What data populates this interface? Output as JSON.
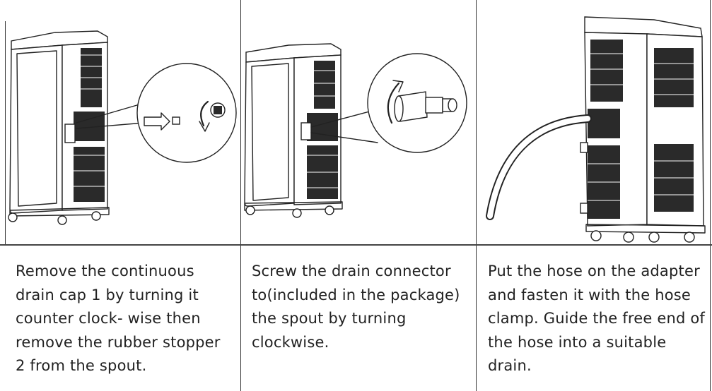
{
  "panels": [
    {
      "caption": "Remove the continuous drain cap 1 by turning it counter clock- wise then remove the rubber stopper 2 from the spout."
    },
    {
      "caption": "Screw the drain connector to(included in the package) the spout by turning clockwise."
    },
    {
      "caption": "Put the hose on the adapter and fasten it with the hose clamp. Guide the free end of the hose into a suitable drain."
    }
  ],
  "icons": [
    "air-conditioner-unit",
    "magnifier-circle",
    "rotate-arrow",
    "arrow-right",
    "drain-hose"
  ],
  "colors": {
    "line": "#222222",
    "background": "#ffffff"
  }
}
